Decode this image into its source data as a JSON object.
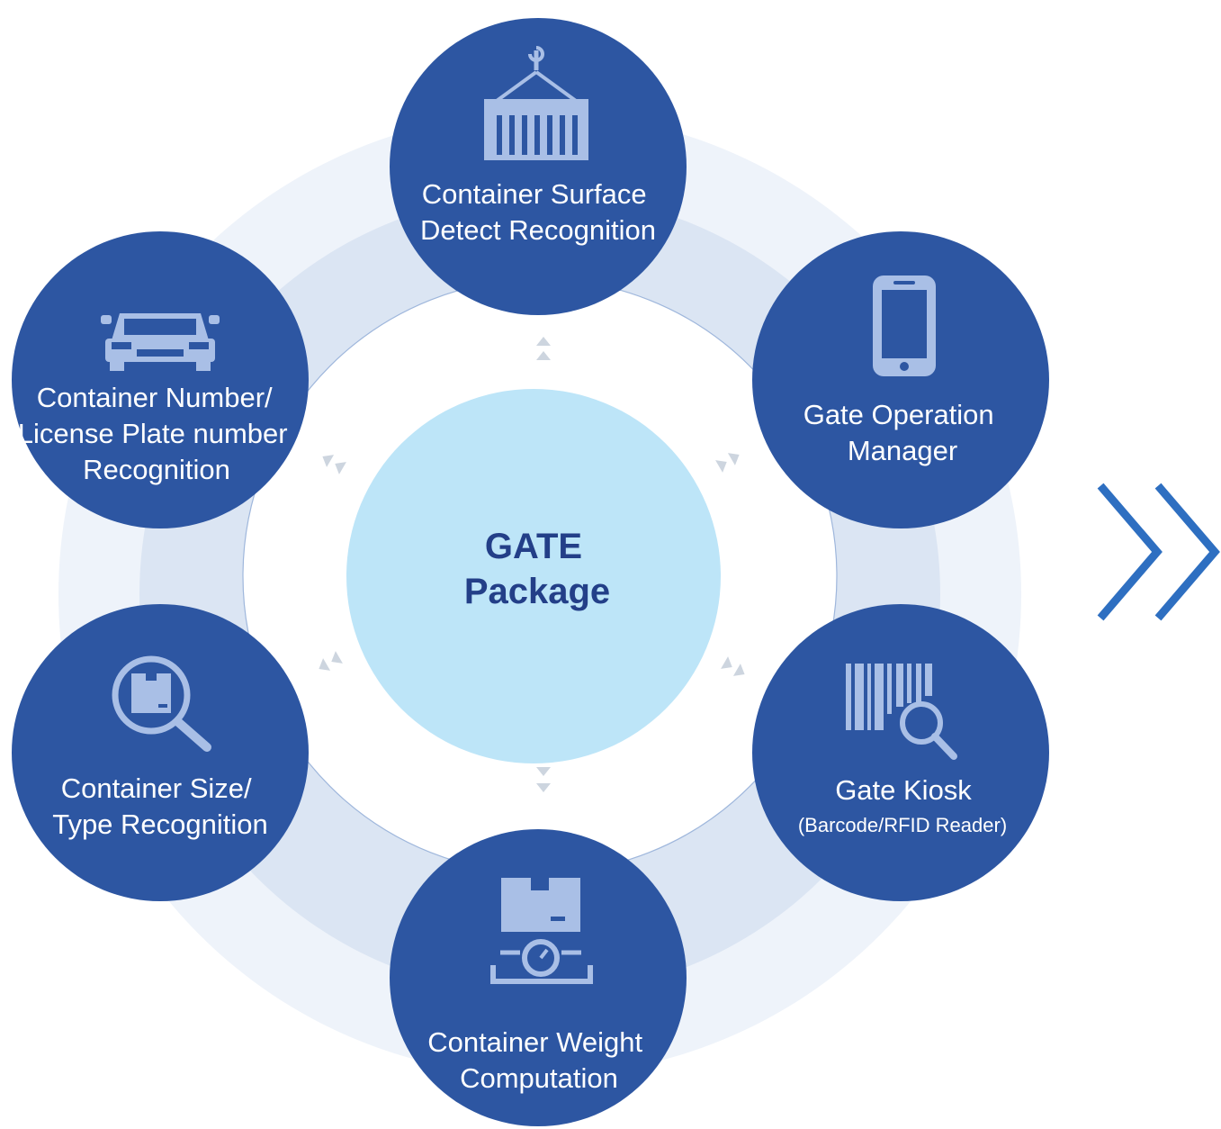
{
  "center": {
    "line1": "GATE",
    "line2": "Package"
  },
  "nodes": [
    {
      "id": "surface",
      "lines": [
        "Container Surface",
        "Detect Recognition"
      ],
      "icon": "container-crane-icon"
    },
    {
      "id": "operation",
      "lines": [
        "Gate Operation",
        "Manager"
      ],
      "icon": "smartphone-icon"
    },
    {
      "id": "kiosk",
      "lines": [
        "Gate Kiosk",
        "(Barcode/RFID Reader)"
      ],
      "icon": "barcode-search-icon"
    },
    {
      "id": "weight",
      "lines": [
        "Container Weight",
        "Computation"
      ],
      "icon": "scale-box-icon"
    },
    {
      "id": "size",
      "lines": [
        "Container Size/",
        "Type Recognition"
      ],
      "icon": "box-magnifier-icon"
    },
    {
      "id": "number",
      "lines": [
        "Container Number/",
        "License Plate number",
        "Recognition"
      ],
      "icon": "car-front-icon"
    }
  ],
  "colors": {
    "node": "#2d56a2",
    "core": "#bde5f8",
    "core_text": "#233f88",
    "icon": "#a9bfe6",
    "chevron": "#2e6fc1"
  },
  "next_indicator": "double-chevron-right-icon"
}
